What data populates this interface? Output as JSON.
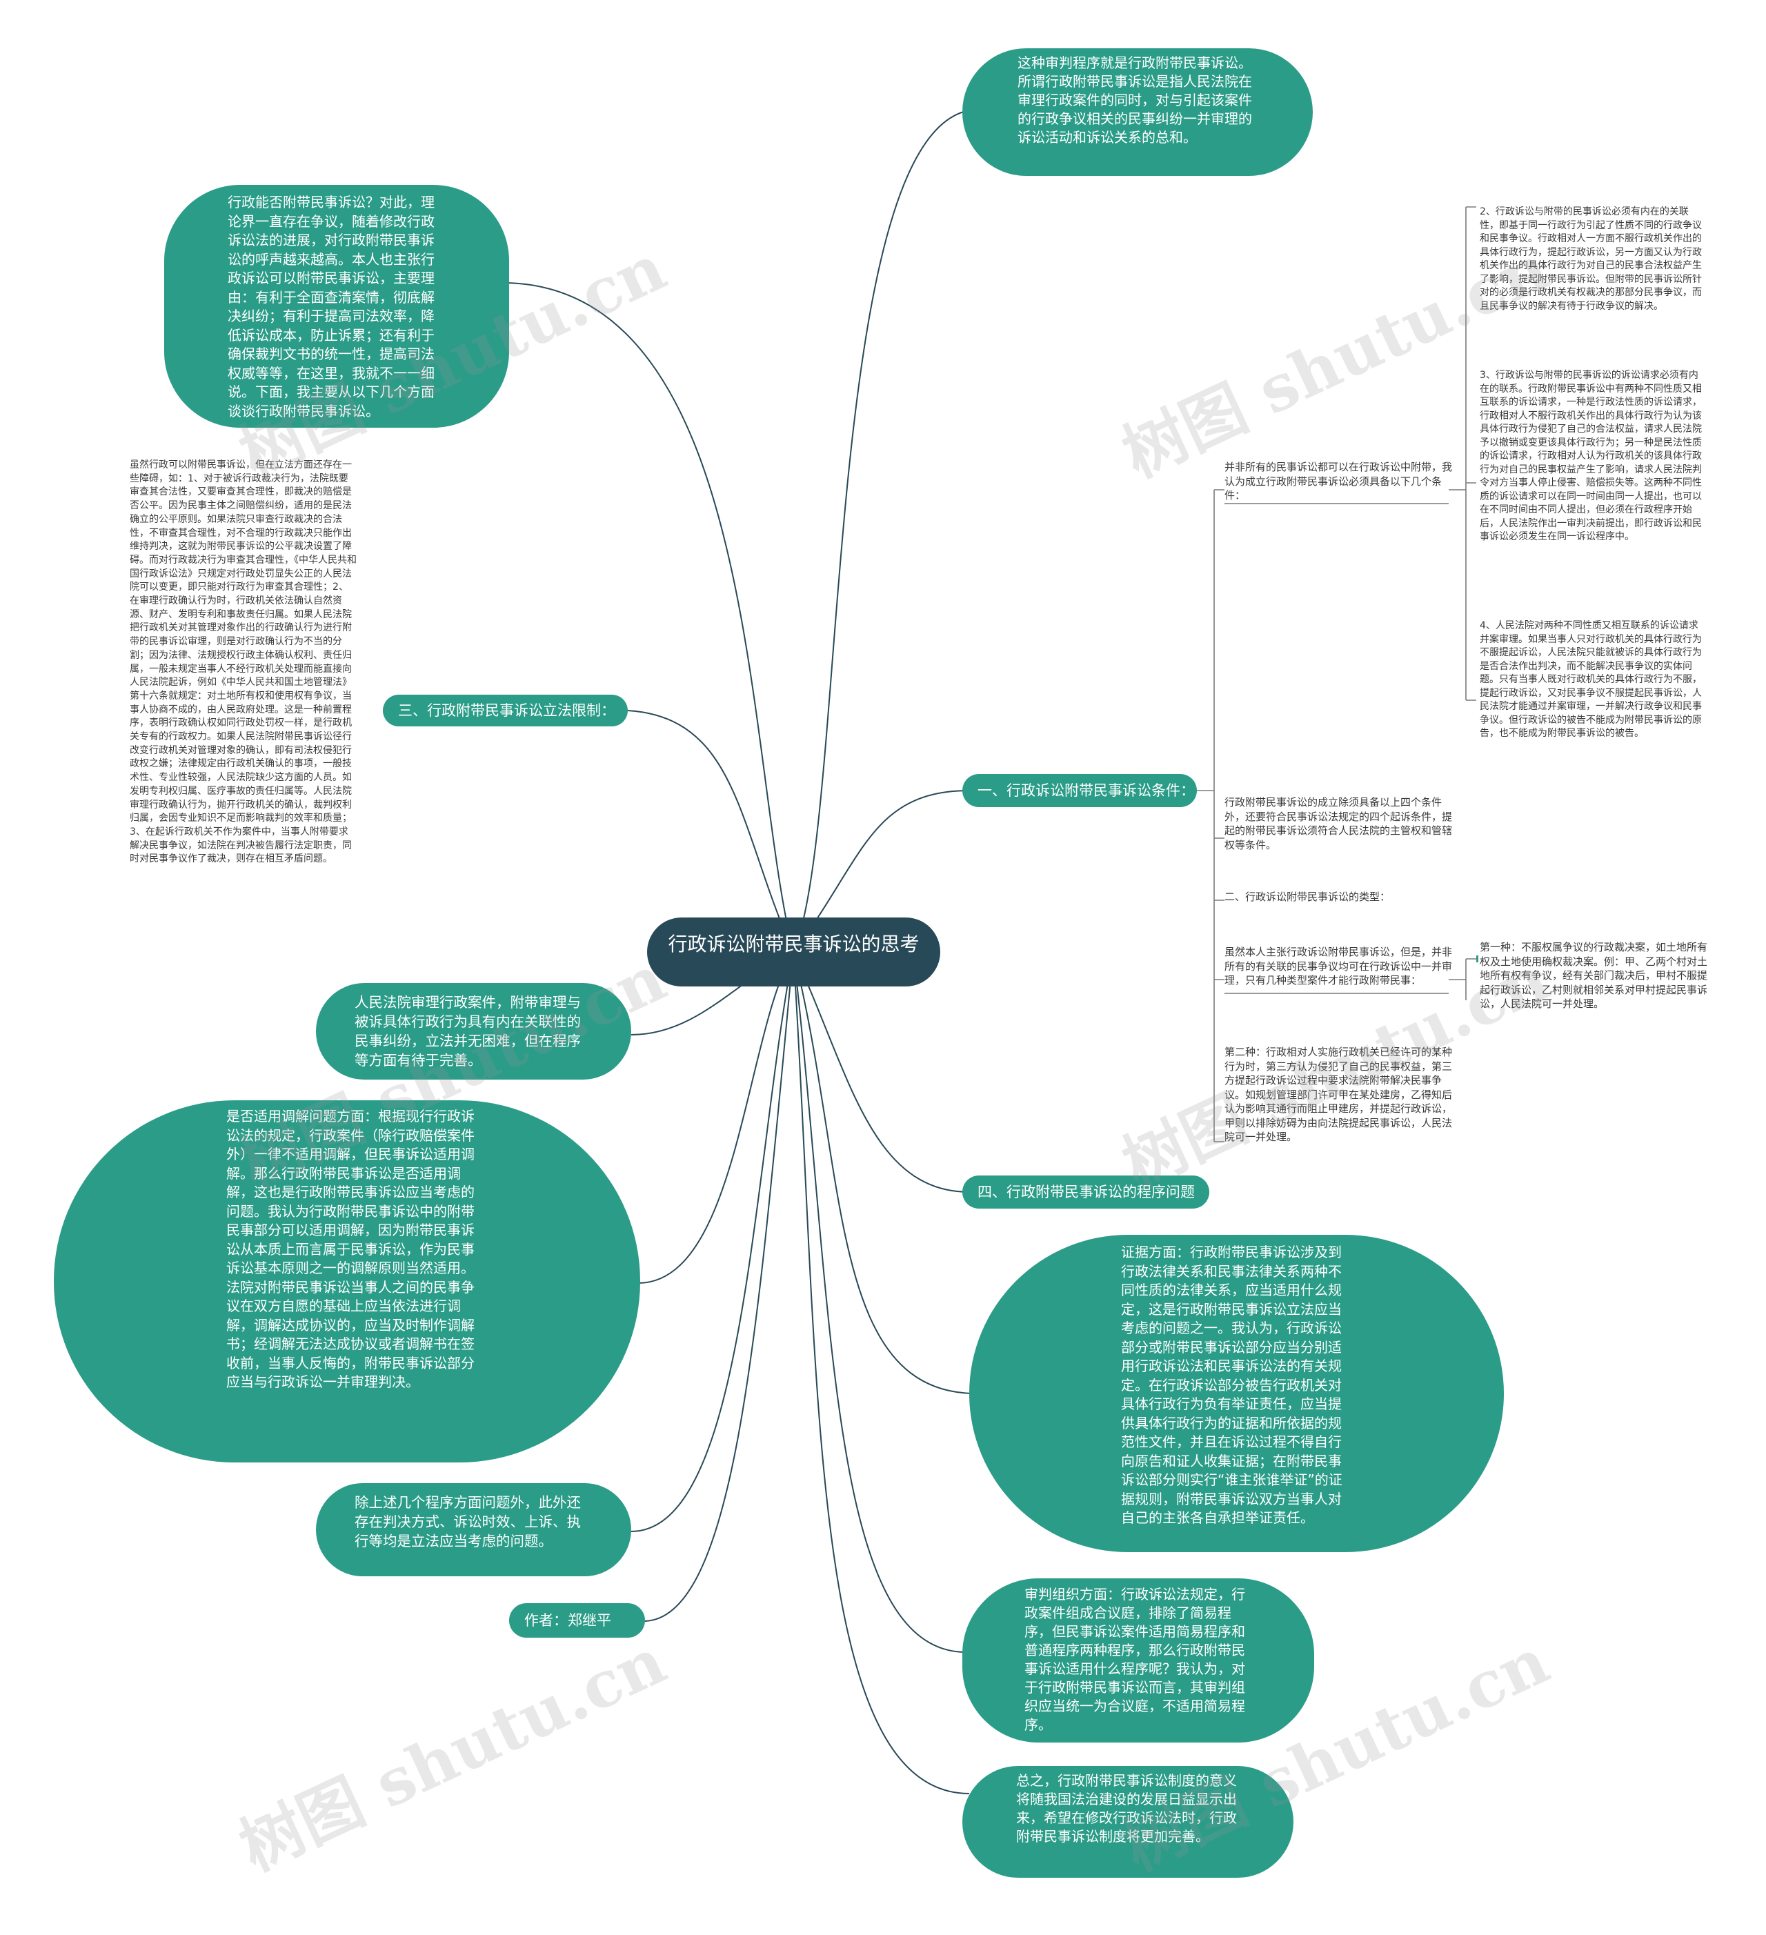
{
  "root": {
    "title": "行政诉讼附带民事诉讼的思考"
  },
  "left": {
    "intro": "行政能否附带民事诉讼？对此，理论界一直存在争议，随着修改行政诉讼法的进展，对行政附带民事诉讼的呼声越来越高。本人也主张行政诉讼可以附带民事诉讼，主要理由：有利于全面查清案情，彻底解决纠纷；有利于提高司法效率，降低诉讼成本，防止诉累；还有利于确保裁判文书的统一性，提高司法权威等等，在这里，我就不一一细说。下面，我主要从以下几个方面谈谈行政附带民事诉讼。",
    "section3_label": "三、行政附带民事诉讼立法限制：",
    "section3_detail": "虽然行政可以附带民事诉讼，但在立法方面还存在一些障碍，如：1、对于被诉行政裁决行为，法院既要审查其合法性，又要审查其合理性，即裁决的赔偿是否公平。因为民事主体之间赔偿纠纷，适用的是民法确立的公平原则。如果法院只审查行政裁决的合法性，不审查其合理性，对不合理的行政裁决只能作出维持判决，这就为附带民事诉讼的公平裁决设置了障碍。而对行政裁决行为审查其合理性，《中华人民共和国行政诉讼法》只规定对行政处罚显失公正的人民法院可以变更，即只能对行政行为审查其合理性；2、在审理行政确认行为时，行政机关依法确认自然资源、财产、发明专利和事故责任归属。如果人民法院把行政机关对其管理对象作出的行政确认行为进行附带的民事诉讼审理，则是对行政确认行为不当的分割；因为法律、法规授权行政主体确认权利、责任归属，一般未规定当事人不经行政机关处理而能直接向人民法院起诉，例如《中华人民共和国土地管理法》第十六条就规定：对土地所有权和使用权有争议，当事人协商不成的，由人民政府处理。这是一种前置程序，表明行政确认权如同行政处罚权一样，是行政机关专有的行政权力。如果人民法院附带民事诉讼径行改变行政机关对管理对象的确认，即有司法权侵犯行政权之嫌；法律规定由行政机关确认的事项，一般技术性、专业性较强，人民法院缺少这方面的人员。如发明专利权归属、医疗事故的责任归属等。人民法院审理行政确认行为，抛开行政机关的确认，裁判权利归属，会因专业知识不足而影响裁判的效率和质量；3、在起诉行政机关不作为案件中，当事人附带要求解决民事争议，如法院在判决被告履行法定职责，同时对民事争议作了裁决，则存在相互矛盾问题。",
    "interrelation": "人民法院审理行政案件，附带审理与被诉具体行政行为具有内在关联性的民事纠纷，立法并无困难，但在程序等方面有待于完善。",
    "mediation": "是否适用调解问题方面：根据现行行政诉讼法的规定，行政案件（除行政赔偿案件外）一律不适用调解，但民事诉讼适用调解。那么行政附带民事诉讼是否适用调解，这也是行政附带民事诉讼应当考虑的问题。我认为行政附带民事诉讼中的附带民事部分可以适用调解，因为附带民事诉讼从本质上而言属于民事诉讼，作为民事诉讼基本原则之一的调解原则当然适用。法院对附带民事诉讼当事人之间的民事争议在双方自愿的基础上应当依法进行调解，调解达成协议的，应当及时制作调解书；经调解无法达成协议或者调解书在签收前，当事人反悔的，附带民事诉讼部分应当与行政诉讼一并审理判决。",
    "other_issues": "除上述几个程序方面问题外，此外还存在判决方式、诉讼时效、上诉、执行等均是立法应当考虑的问题。",
    "author": "作者：郑继平"
  },
  "right": {
    "definition": "这种审判程序就是行政附带民事诉讼。所谓行政附带民事诉讼是指人民法院在审理行政案件的同时，对与引起该案件的行政争议相关的民事纠纷一并审理的诉讼活动和诉讼关系的总和。",
    "section1_label": "一、行政诉讼附带民事诉讼条件：",
    "cond_intro": "并非所有的民事诉讼都可以在行政诉讼中附带，我认为成立行政附带民事诉讼必须具备以下几个条件：",
    "cond_2": "2、行政诉讼与附带的民事诉讼必须有内在的关联性，即基于同一行政行为引起了性质不同的行政争议和民事争议。行政相对人一方面不服行政机关作出的具体行政行为，提起行政诉讼，另一方面又认为行政机关作出的具体行政行为对自己的民事合法权益产生了影响，提起附带民事诉讼。但附带的民事诉讼所针对的必须是行政机关有权裁决的那部分民事争议，而且民事争议的解决有待于行政争议的解决。",
    "cond_3": "3、行政诉讼与附带的民事诉讼的诉讼请求必须有内在的联系。行政附带民事诉讼中有两种不同性质又相互联系的诉讼请求，一种是行政法性质的诉讼请求，行政相对人不服行政机关作出的具体行政行为认为该具体行政行为侵犯了自己的合法权益，请求人民法院予以撤销或变更该具体行政行为；另一种是民法性质的诉讼请求，行政相对人认为行政机关的该具体行政行为对自己的民事权益产生了影响，请求人民法院判令对方当事人停止侵害、赔偿损失等。这两种不同性质的诉讼请求可以在同一时间由同一人提出，也可以在不同时间由不同人提出，但必须在行政程序开始后，人民法院作出一审判决前提出，即行政诉讼和民事诉讼必须发生在同一诉讼程序中。",
    "cond_4": "4、人民法院对两种不同性质又相互联系的诉讼请求并案审理。如果当事人只对行政机关的具体行政行为不服提起诉讼，人民法院只能就被诉的具体行政行为是否合法作出判决，而不能解决民事争议的实体问题。只有当事人既对行政机关的具体行政行为不服，提起行政诉讼，又对民事争议不服提起民事诉讼，人民法院才能通过并案审理，一并解决行政争议和民事争议。但行政诉讼的被告不能成为附带民事诉讼的原告，也不能成为附带民事诉讼的被告。",
    "cond_summary": "行政附带民事诉讼的成立除须具备以上四个条件外，还要符合民事诉讼法规定的四个起诉条件，提起的附带民事诉讼须符合人民法院的主管权和管辖权等条件。",
    "types_label": "二、行政诉讼附带民事诉讼的类型：",
    "types_intro": "虽然本人主张行政诉讼附带民事诉讼，但是，并非所有的有关联的民事争议均可在行政诉讼中一并审理，只有几种类型案件才能行政附带民事：",
    "type_1": "第一种：不服权属争议的行政裁决案，如土地所有权及土地使用确权裁决案。例：甲、乙两个村对土地所有权有争议，经有关部门裁决后，甲村不服提起行政诉讼，乙村则就相邻关系对甲村提起民事诉讼，人民法院可一并处理。",
    "type_2": "第二种：行政相对人实施行政机关已经许可的某种行为时，第三方认为侵犯了自己的民事权益，第三方提起行政诉讼过程中要求法院附带解决民事争议。如规划管理部门许可甲在某处建房，乙得知后认为影响其通行而阻止甲建房，并提起行政诉讼，甲则以排除妨碍为由向法院提起民事诉讼，人民法院可一并处理。",
    "section4_label": "四、行政附带民事诉讼的程序问题",
    "evidence": "证据方面：行政附带民事诉讼涉及到行政法律关系和民事法律关系两种不同性质的法律关系，应当适用什么规定，这是行政附带民事诉讼立法应当考虑的问题之一。我认为，行政诉讼部分或附带民事诉讼部分应当分别适用行政诉讼法和民事诉讼法的有关规定。在行政诉讼部分被告行政机关对具体行政行为负有举证责任，应当提供具体行政行为的证据和所依据的规范性文件，并且在诉讼过程不得自行向原告和证人收集证据；在附带民事诉讼部分则实行“谁主张谁举证”的证据规则，附带民事诉讼双方当事人对自己的主张各自承担举证责任。",
    "organization": "审判组织方面：行政诉讼法规定，行政案件组成合议庭，排除了简易程序，但民事诉讼案件适用简易程序和普通程序两种程序，那么行政附带民事诉讼适用什么程序呢？我认为，对于行政附带民事诉讼而言，其审判组织应当统一为合议庭，不适用简易程序。",
    "conclusion": "总之，行政附带民事诉讼制度的意义将随我国法治建设的发展日益显示出来，希望在修改行政诉讼法时，行政附带民事诉讼制度将更加完善。"
  },
  "watermark": "树图 shutu.cn",
  "colors": {
    "node": "#2a9c88",
    "root": "#284957",
    "line": "#284957",
    "bracket": "#7a7a7a"
  }
}
